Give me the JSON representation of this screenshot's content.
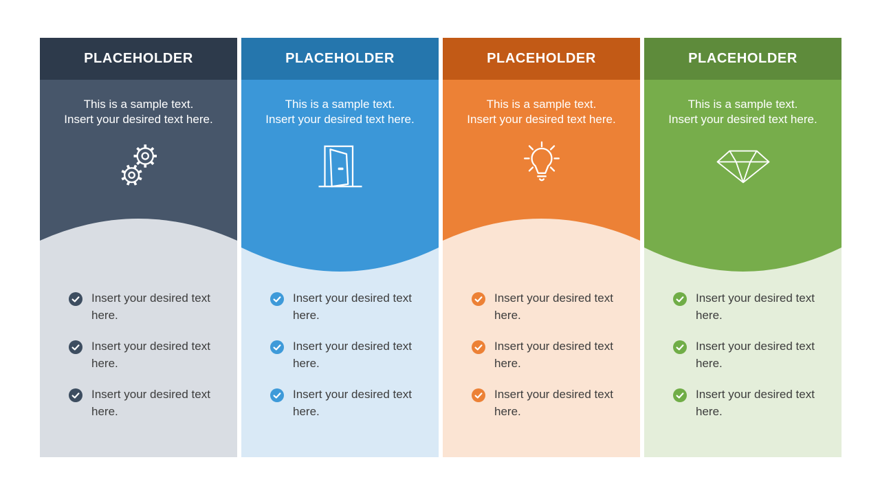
{
  "slide": {
    "background": "#ffffff",
    "columns": [
      {
        "title": "PLACEHOLDER",
        "description_lines": [
          "This is a sample text.",
          "Insert your desired text here."
        ],
        "icon": "gears-icon",
        "curve": "dome-up",
        "colors": {
          "header": "#2d3a4b",
          "body": "#47566a",
          "panel": "#d9dde3",
          "check": "#3d4d60"
        },
        "bullets": [
          "Insert your desired text here.",
          "Insert your desired text here.",
          "Insert your desired text here."
        ]
      },
      {
        "title": "PLACEHOLDER",
        "description_lines": [
          "This is a sample text.",
          "Insert your desired text here."
        ],
        "icon": "door-icon",
        "curve": "dip-down",
        "colors": {
          "header": "#2576ad",
          "body": "#3b97d8",
          "panel": "#d9e9f6",
          "check": "#3e9ad9"
        },
        "bullets": [
          "Insert your desired text here.",
          "Insert your desired text here.",
          "Insert your desired text here."
        ]
      },
      {
        "title": "PLACEHOLDER",
        "description_lines": [
          "This is a sample text.",
          "Insert your desired text here."
        ],
        "icon": "lightbulb-icon",
        "curve": "dome-up",
        "colors": {
          "header": "#c25a16",
          "body": "#ec8136",
          "panel": "#fbe4d3",
          "check": "#ec8136"
        },
        "bullets": [
          "Insert your desired text here.",
          "Insert your desired text here.",
          "Insert your desired text here."
        ]
      },
      {
        "title": "PLACEHOLDER",
        "description_lines": [
          "This is a sample text.",
          "Insert your desired text here."
        ],
        "icon": "diamond-icon",
        "curve": "dip-down",
        "colors": {
          "header": "#5e8b3b",
          "body": "#77ad4b",
          "panel": "#e4eeda",
          "check": "#70ad47"
        },
        "bullets": [
          "Insert your desired text here.",
          "Insert your desired text here.",
          "Insert your desired text here."
        ]
      }
    ]
  }
}
